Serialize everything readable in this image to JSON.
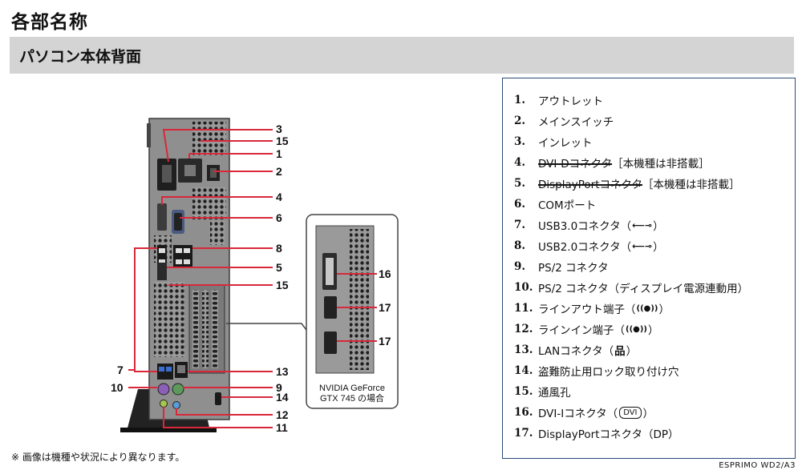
{
  "page": {
    "title": "各部名称",
    "section": "パソコン本体背面",
    "footnote": "※ 画像は機種や状況により異なります。",
    "model": "ESPRIMO WD2/A3"
  },
  "diagram": {
    "callouts": {
      "c3": "3",
      "c15a": "15",
      "c1": "1",
      "c2": "2",
      "c4": "4",
      "c6": "6",
      "c8": "8",
      "c5": "5",
      "c15b": "15",
      "c7": "7",
      "c13": "13",
      "c10": "10",
      "c9": "9",
      "c14": "14",
      "c12": "12",
      "c11": "11",
      "g16": "16",
      "g17a": "17",
      "g17b": "17"
    },
    "inset_caption": [
      "NVIDIA GeForce",
      "GTX 745 の場合"
    ]
  },
  "legend": [
    {
      "num": "1.",
      "label": "アウトレット"
    },
    {
      "num": "2.",
      "label": "メインスイッチ"
    },
    {
      "num": "3.",
      "label": "インレット"
    },
    {
      "num": "4.",
      "label": "DVI-Dコネクタ",
      "strike": true,
      "note": "［本機種は非搭載］"
    },
    {
      "num": "5.",
      "label": "DisplayPortコネクタ",
      "strike": true,
      "note": "［本機種は非搭載］"
    },
    {
      "num": "6.",
      "label": "COMポート"
    },
    {
      "num": "7.",
      "label": "USB3.0コネクタ（",
      "icon": "usb-icon",
      "tail": "）"
    },
    {
      "num": "8.",
      "label": "USB2.0コネクタ（",
      "icon": "usb-icon",
      "tail": "）"
    },
    {
      "num": "9.",
      "label": "PS/2 コネクタ"
    },
    {
      "num": "10.",
      "label": "PS/2 コネクタ（ディスプレイ電源連動用）"
    },
    {
      "num": "11.",
      "label": "ラインアウト端子（",
      "icon": "line-out-icon",
      "tail": "）"
    },
    {
      "num": "12.",
      "label": "ラインイン端子（",
      "icon": "line-in-icon",
      "tail": "）"
    },
    {
      "num": "13.",
      "label": "LANコネクタ（",
      "icon": "lan-icon",
      "tail": "）"
    },
    {
      "num": "14.",
      "label": "盗難防止用ロック取り付け穴"
    },
    {
      "num": "15.",
      "label": "通風孔"
    },
    {
      "num": "16.",
      "label": "DVI-Iコネクタ（",
      "icon": "dvi-icon",
      "tail": "）"
    },
    {
      "num": "17.",
      "label": "DisplayPortコネクタ（DP）"
    }
  ]
}
